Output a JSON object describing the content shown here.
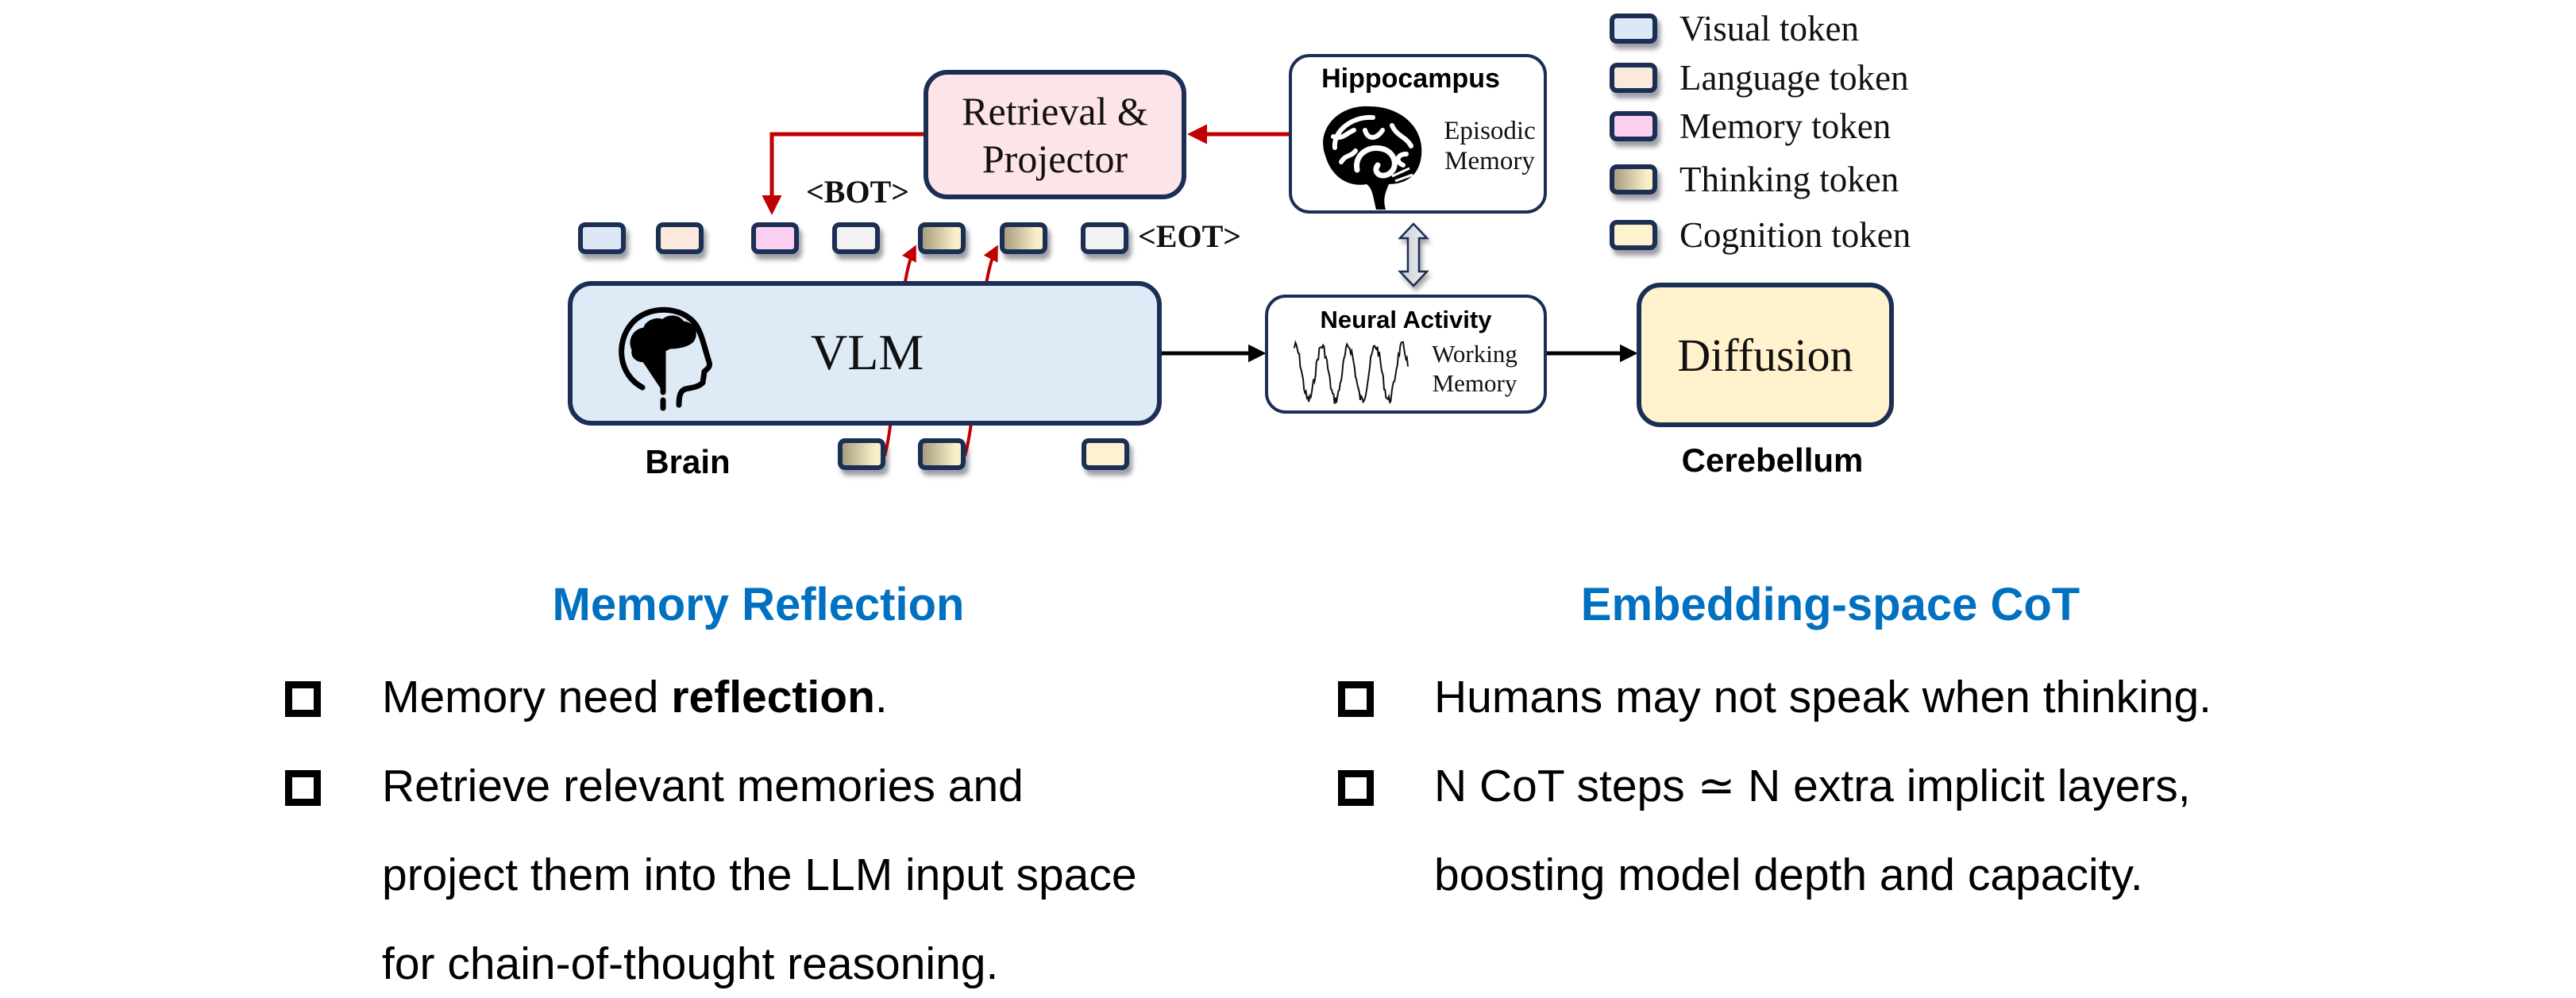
{
  "diagram": {
    "retrieval_box": {
      "line1": "Retrieval &",
      "line2": "Projector"
    },
    "hippocampus_box": {
      "title": "Hippocampus",
      "line1": "Episodic",
      "line2": "Memory",
      "icon": "brain-side-icon"
    },
    "neural_box": {
      "title": "Neural Activity",
      "line1": "Working",
      "line2": "Memory",
      "icon": "waveform-icon"
    },
    "vlm_box": {
      "label": "VLM",
      "caption": "Brain",
      "icon": "head-brain-icon"
    },
    "diffusion_box": {
      "label": "Diffusion",
      "caption": "Cerebellum"
    },
    "bot_label": "<BOT>",
    "eot_label": "<EOT>",
    "top_tokens": [
      "visual",
      "language",
      "memory",
      "special",
      "thinking",
      "thinking",
      "special"
    ],
    "bottom_tokens": [
      "thinking",
      "thinking",
      "cognition"
    ]
  },
  "legend": [
    {
      "type": "visual",
      "label": "Visual token"
    },
    {
      "type": "language",
      "label": "Language token"
    },
    {
      "type": "memory",
      "label": "Memory token"
    },
    {
      "type": "thinking",
      "label": "Thinking token"
    },
    {
      "type": "cognition",
      "label": "Cognition token"
    }
  ],
  "colors": {
    "border": "#1B2F55",
    "vlm_fill": "#DEEBF7",
    "retrieval_fill": "#FDE4E8",
    "diffusion_fill": "#FFF2CC",
    "visual": "#DCE8F6",
    "language": "#FBE9DB",
    "memory": "#FBCFF1",
    "special": "#F2F2F2",
    "thinking_start": "#A89E80",
    "thinking_end": "#FAF0C8",
    "cognition": "#FFF2CF",
    "red_arrow": "#C00000",
    "title_blue": "#0070C0"
  },
  "sections": {
    "left": {
      "title": "Memory Reflection",
      "bullets": [
        {
          "pre": "Memory need ",
          "bold": "reflection",
          "post": "."
        },
        {
          "lines": [
            "Retrieve relevant memories and",
            "project them into the LLM input space",
            "for chain-of-thought reasoning."
          ]
        }
      ]
    },
    "right": {
      "title": "Embedding-space CoT",
      "bullets": [
        {
          "lines": [
            "Humans may not speak when thinking."
          ]
        },
        {
          "lines": [
            "N CoT steps ≃ N extra implicit layers,",
            "boosting model depth and capacity."
          ]
        }
      ]
    }
  }
}
